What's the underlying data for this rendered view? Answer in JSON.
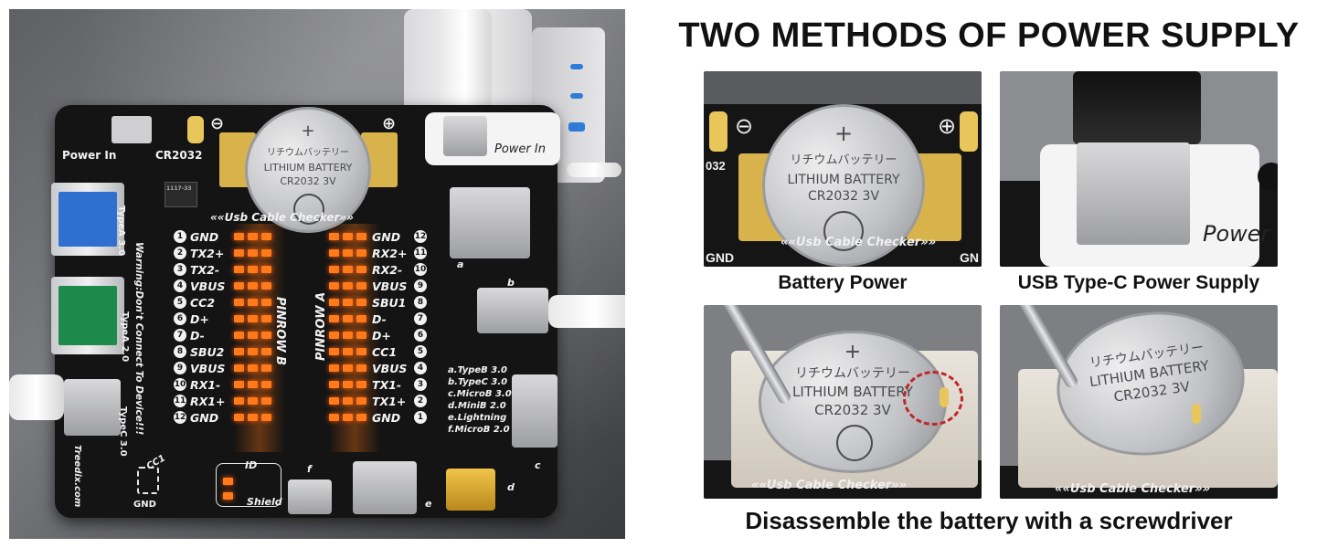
{
  "headline": "TWO METHODS OF POWER SUPPLY",
  "captions": {
    "battery": "Battery Power",
    "usbc": "USB Type-C Power Supply",
    "bottom": "Disassemble the battery with a screwdriver"
  },
  "board": {
    "power_in_left": "Power In",
    "battery_label": "CR2032",
    "power_in_right": "Power In",
    "checker_label": "««Usb Cable Checker»»",
    "minus": "⊖",
    "plus": "⊕",
    "coin_cross": "+",
    "coin_line1": "リチウムバッテリー",
    "coin_line2": "LITHIUM BATTERY",
    "coin_line3": "CR2032  3V",
    "chip": "1117-33",
    "type_a3": "TypeA 3.0",
    "type_a2": "TypeA 2.0",
    "type_c3": "TypeC 3.0",
    "warning": "Warning:Don't Connect To Device!!!",
    "pinrow_a": "PINROW A",
    "pinrow_b": "PINROW B",
    "left_pins": [
      {
        "n": "1",
        "name": "GND"
      },
      {
        "n": "2",
        "name": "TX2+"
      },
      {
        "n": "3",
        "name": "TX2-"
      },
      {
        "n": "4",
        "name": "VBUS"
      },
      {
        "n": "5",
        "name": "CC2"
      },
      {
        "n": "6",
        "name": "D+"
      },
      {
        "n": "7",
        "name": "D-"
      },
      {
        "n": "8",
        "name": "SBU2"
      },
      {
        "n": "9",
        "name": "VBUS"
      },
      {
        "n": "10",
        "name": "RX1-"
      },
      {
        "n": "11",
        "name": "RX1+"
      },
      {
        "n": "12",
        "name": "GND"
      }
    ],
    "right_pins": [
      {
        "n": "12",
        "name": "GND"
      },
      {
        "n": "11",
        "name": "RX2+"
      },
      {
        "n": "10",
        "name": "RX2-"
      },
      {
        "n": "9",
        "name": "VBUS"
      },
      {
        "n": "8",
        "name": "SBU1"
      },
      {
        "n": "7",
        "name": "D-"
      },
      {
        "n": "6",
        "name": "D+"
      },
      {
        "n": "5",
        "name": "CC1"
      },
      {
        "n": "4",
        "name": "VBUS"
      },
      {
        "n": "3",
        "name": "TX1-"
      },
      {
        "n": "2",
        "name": "TX1+"
      },
      {
        "n": "1",
        "name": "GND"
      }
    ],
    "legend": [
      "a.TypeB 3.0",
      "b.TypeC 3.0",
      "c.MicroB 3.0",
      "d.MiniB 2.0",
      "e.Lightning",
      "f.MicroB 2.0"
    ],
    "port_letters": {
      "a": "a",
      "b": "b",
      "c": "c",
      "d": "d",
      "e": "e",
      "f": "f"
    },
    "id_label": "ID",
    "shield_label": "Shield",
    "gnd_label": "GND",
    "cc1_label": "CC1",
    "brand": "Treedix.com"
  },
  "thumbs": {
    "battery_minus": "⊖",
    "battery_plus": "⊕",
    "battery_coin_cross": "+",
    "battery_coin_line1": "リチウムバッテリー",
    "battery_coin_line2": "LITHIUM BATTERY",
    "battery_coin_line3": "CR2032  3V",
    "battery_chip": "032",
    "battery_checker": "««Usb Cable Checker»»",
    "battery_gnd_left": "GND",
    "battery_gnd_right": "GN",
    "usbc_power": "Power",
    "step1_coin_cross": "+",
    "step1_coin_line1": "リチウムバッテリー",
    "step1_coin_line2": "LITHIUM BATTERY",
    "step1_coin_line3": "CR2032  3V",
    "step1_checker": "««Usb Cable Checker»»",
    "step2_coin_line1": "リチウムバッテリー",
    "step2_coin_line2": "LITHIUM BATTERY",
    "step2_coin_line3": "CR2032  3V",
    "step2_checker": "««Usb Cable Checker»»"
  },
  "colors": {
    "led": "#ff7a1a",
    "board": "#141414",
    "usb_blue": "#2f6fd0",
    "highlight": "#c0262c"
  }
}
